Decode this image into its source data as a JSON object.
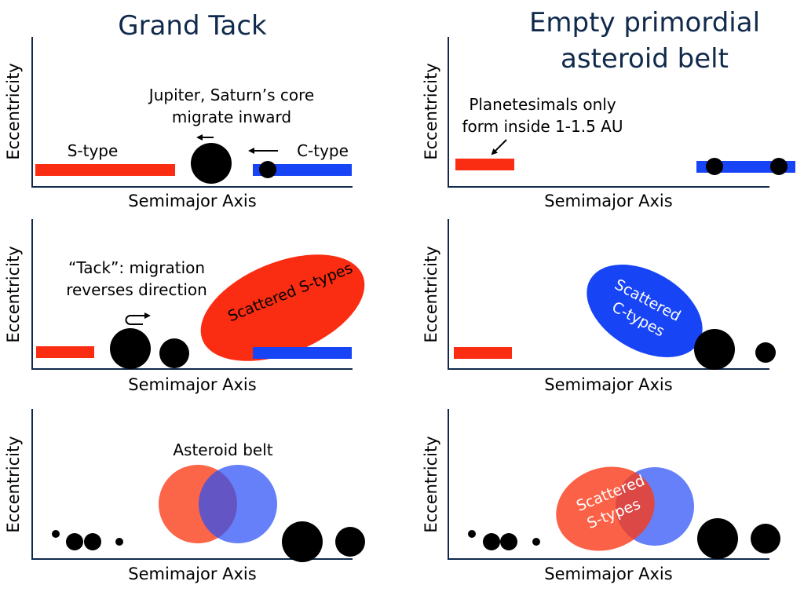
{
  "titles": {
    "left": "Grand Tack",
    "right_line1": "Empty primordial",
    "right_line2": "asteroid belt"
  },
  "axes": {
    "xlabel": "Semimajor Axis",
    "ylabel": "Eccentricity"
  },
  "colors": {
    "title": "#102a4c",
    "axis": "#102a4c",
    "s_type": "#fa2c12",
    "c_type": "#1744f5",
    "s_type_light": "#fa6a4e",
    "c_type_light": "#6683f5",
    "planet": "#000000"
  },
  "panels": {
    "left_top": {
      "annotation_line1": "Jupiter, Saturn’s core",
      "annotation_line2": "migrate inward",
      "s_label": "S-type",
      "c_label": "C-type"
    },
    "left_mid": {
      "annotation_line1": "“Tack”: migration",
      "annotation_line2": "reverses direction",
      "ellipse_label": "Scattered S-types"
    },
    "left_bot": {
      "annotation": "Asteroid belt"
    },
    "right_top": {
      "annotation_line1": "Planetesimals only",
      "annotation_line2": "form inside 1-1.5 AU"
    },
    "right_mid": {
      "ellipse_line1": "Scattered",
      "ellipse_line2": "C-types"
    },
    "right_bot": {
      "ellipse_line1": "Scattered",
      "ellipse_line2": "S-types"
    }
  }
}
